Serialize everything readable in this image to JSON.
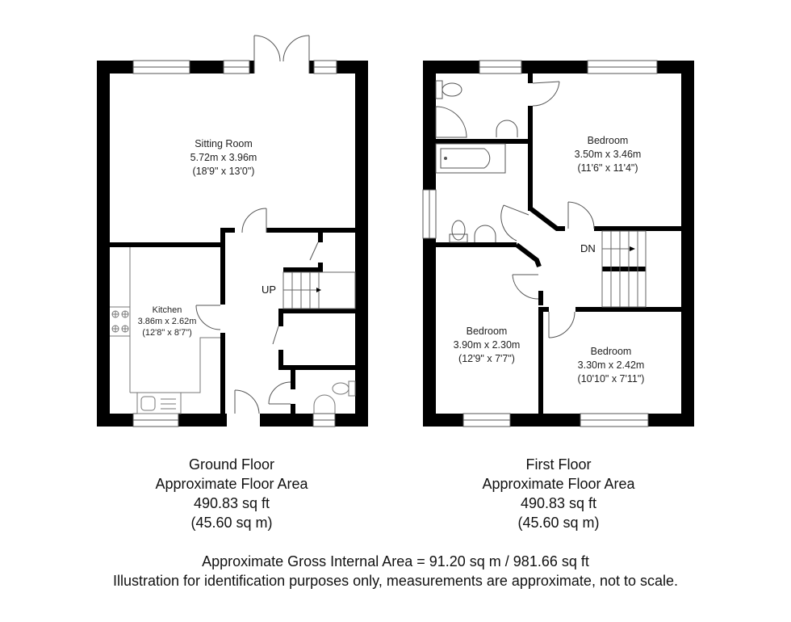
{
  "ground_floor": {
    "title": "Ground Floor",
    "area_label": "Approximate Floor Area",
    "area_sqft": "490.83 sq ft",
    "area_sqm": "(45.60 sq m)",
    "stairs_label": "UP",
    "rooms": [
      {
        "name": "Sitting Room",
        "metric": "5.72m x 3.96m",
        "imperial": "(18'9\" x 13'0\")"
      },
      {
        "name": "Kitchen",
        "metric": "3.86m x 2.62m",
        "imperial": "(12'8\" x 8'7\")"
      }
    ]
  },
  "first_floor": {
    "title": "First Floor",
    "area_label": "Approximate Floor Area",
    "area_sqft": "490.83 sq ft",
    "area_sqm": "(45.60 sq m)",
    "stairs_label": "DN",
    "rooms": [
      {
        "name": "Bedroom",
        "metric": "3.50m x 3.46m",
        "imperial": "(11'6\" x 11'4\")"
      },
      {
        "name": "Bedroom",
        "metric": "3.90m x 2.30m",
        "imperial": "(12'9\" x 7'7\")"
      },
      {
        "name": "Bedroom",
        "metric": "3.30m x 2.42m",
        "imperial": "(10'10\" x 7'11\")"
      }
    ]
  },
  "footer": {
    "gross_area": "Approximate Gross Internal Area = 91.20 sq m / 981.66 sq ft",
    "disclaimer": "Illustration for identification purposes only, measurements are approximate, not to scale."
  },
  "colors": {
    "wall": "#000000",
    "line": "#555555",
    "background": "#ffffff"
  }
}
